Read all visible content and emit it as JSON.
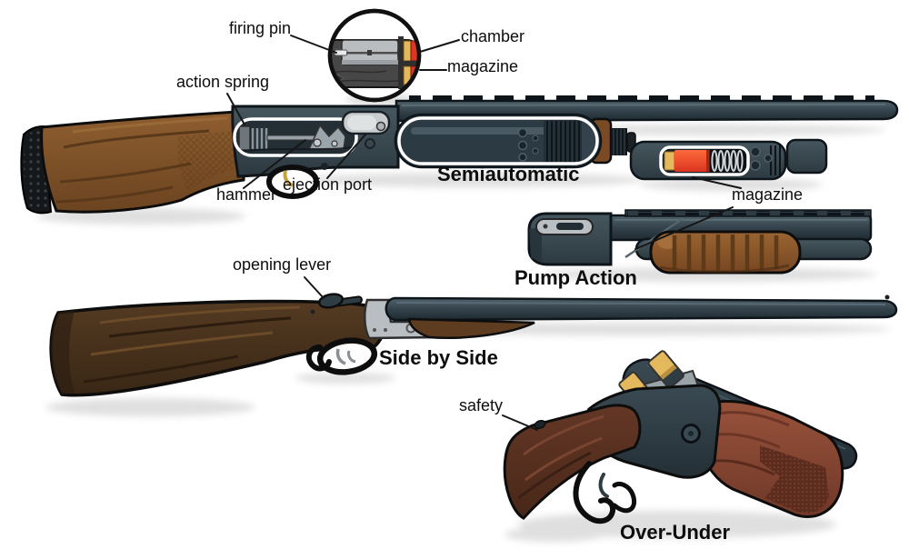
{
  "diagram": {
    "inset": {
      "labels": {
        "firing_pin": "firing pin",
        "chamber": "chamber",
        "magazine": "magazine"
      }
    },
    "guns": {
      "semiautomatic": {
        "title": "Semiautomatic",
        "labels": {
          "action_spring": "action spring",
          "hammer": "hammer",
          "ejection_port": "ejection port"
        }
      },
      "pump_action": {
        "title": "Pump Action",
        "labels": {
          "magazine": "magazine"
        }
      },
      "side_by_side": {
        "title": "Side by Side",
        "labels": {
          "opening_lever": "opening lever"
        }
      },
      "over_under": {
        "title": "Over-Under",
        "labels": {
          "safety": "safety"
        }
      }
    },
    "colors": {
      "gunmetal": "#32414a",
      "wood_brown": "#7d5129",
      "wood_dark": "#46301b",
      "wood_red": "#8c4a33",
      "shell_red": "#e03522",
      "brass": "#e4b85c",
      "receiver_gray": "#b8bec1",
      "outline": "#0d0d0d"
    }
  }
}
